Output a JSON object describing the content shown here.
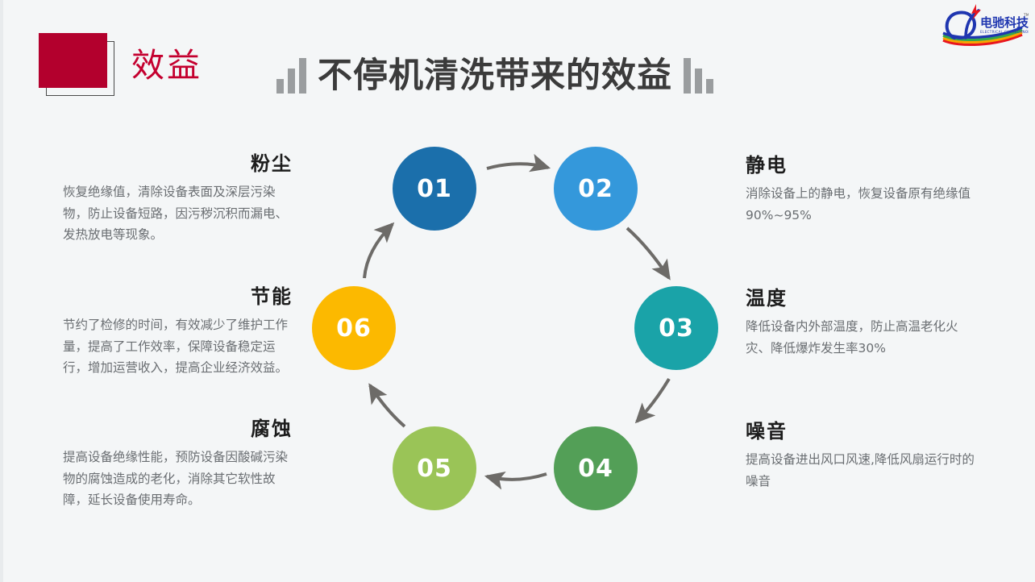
{
  "slide": {
    "background_color": "#f4f6f7",
    "badge": {
      "label": "效益",
      "fill_color": "#b3002d",
      "label_color": "#c4002f"
    },
    "title": "不停机清洗带来的效益",
    "title_color": "#3b3b3b",
    "decor_bar_color": "#9a9d9f"
  },
  "logo": {
    "brand_cn": "电驰科技",
    "brand_en": "ELECTRICAL CHI TECHNOLOGY",
    "trademark": "TM",
    "mark_color": "#1f36b0",
    "bolt_color": "#e8161f"
  },
  "cycle": {
    "arrow_color": "#6d6b68",
    "nodes": [
      {
        "id": "01",
        "label": "01",
        "color": "#1b6fab"
      },
      {
        "id": "02",
        "label": "02",
        "color": "#3498db"
      },
      {
        "id": "03",
        "label": "03",
        "color": "#1aa3a8"
      },
      {
        "id": "04",
        "label": "04",
        "color": "#539f57"
      },
      {
        "id": "05",
        "label": "05",
        "color": "#9ac457"
      },
      {
        "id": "06",
        "label": "06",
        "color": "#fcb900"
      }
    ]
  },
  "blocks": {
    "dust": {
      "heading": "粉尘",
      "body": "恢复绝缘值，清除设备表面及深层污染物，防止设备短路，因污秽沉积而漏电、发热放电等现象。"
    },
    "energy": {
      "heading": "节能",
      "body": "节约了检修的时间，有效减少了维护工作量，提高了工作效率，保障设备稳定运行，增加运营收入，提高企业经济效益。"
    },
    "corrosion": {
      "heading": "腐蚀",
      "body": "提高设备绝缘性能，预防设备因酸碱污染物的腐蚀造成的老化，消除其它软性故障，延长设备使用寿命。"
    },
    "static": {
      "heading": "静电",
      "body": "消除设备上的静电，恢复设备原有绝缘值90%~95%"
    },
    "temperature": {
      "heading": "温度",
      "body": "降低设备内外部温度，防止高温老化火灾、降低爆炸发生率30%"
    },
    "noise": {
      "heading": "噪音",
      "body": "提高设备进出风口风速,降低风扇运行时的噪音"
    }
  }
}
